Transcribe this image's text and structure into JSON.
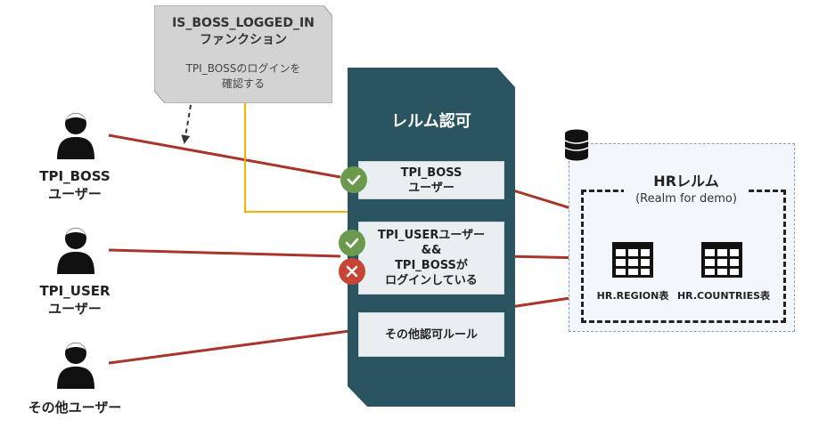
{
  "function": {
    "title_line1": "IS_BOSS_LOGGED_IN",
    "title_line2": "ファンクション",
    "desc_line1": "TPI_BOSSのログインを",
    "desc_line2": "確認する"
  },
  "realm_auth": {
    "title": "レルム認可",
    "rules": [
      {
        "line1": "TPI_BOSS",
        "line2": "ユーザー"
      },
      {
        "line1": "TPI_USERユーザー",
        "line2": "&&",
        "line3": "TPI_BOSSが",
        "line4": "ログインしている"
      },
      {
        "line1": "その他認可ルール"
      }
    ]
  },
  "users": [
    {
      "name": "TPI_BOSS",
      "suffix": "ユーザー"
    },
    {
      "name": "TPI_USER",
      "suffix": "ユーザー"
    },
    {
      "name": "その他ユーザー"
    }
  ],
  "hr_realm": {
    "title": "HRレルム",
    "subtitle": "(Realm for demo)",
    "tables": [
      "HR.REGION表",
      "HR.COUNTRIES表"
    ]
  },
  "colors": {
    "realm_panel": "#2b5461",
    "arrow": "#a8342a",
    "function_line": "#f0b400",
    "check": "#6b9a4f",
    "deny": "#c64536"
  }
}
